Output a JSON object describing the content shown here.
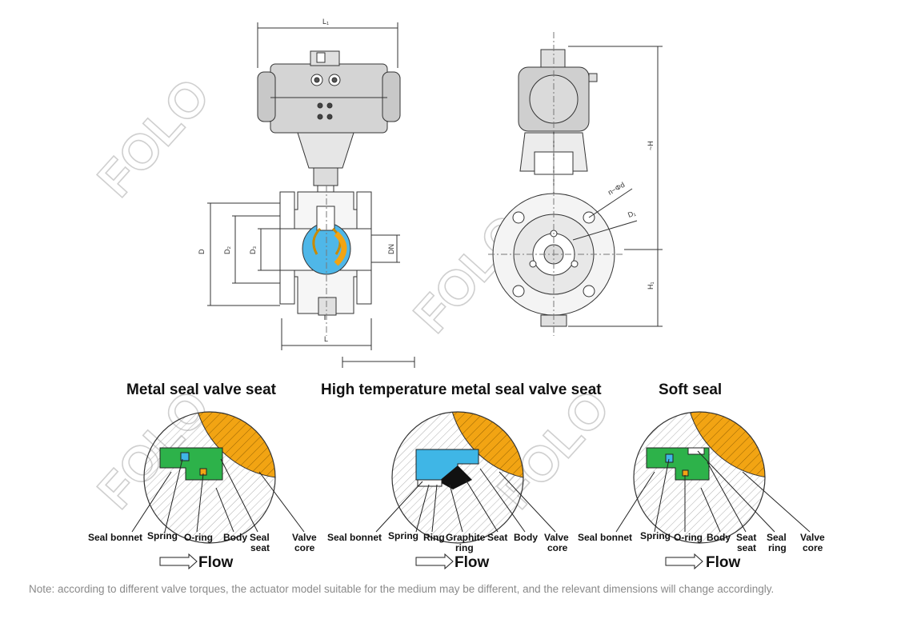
{
  "dimensions": {
    "L1": "L₁",
    "D": "D",
    "D2": "D₂",
    "D3": "D₃",
    "DN": "DN",
    "L": "L",
    "H": "~H",
    "H1": "H₁",
    "nd": "n−Φd",
    "D1": "D₁"
  },
  "watermarks": [
    "FOLO",
    "FOLO",
    "FOLO",
    "FOLO"
  ],
  "sections": [
    {
      "title": "Metal seal valve seat",
      "labels": [
        "Seal bonnet",
        "Spring",
        "O-ring",
        "Body",
        "Seal",
        "seat",
        "Valve",
        "core"
      ],
      "flow": "Flow"
    },
    {
      "title": "High temperature metal seal valve seat",
      "labels": [
        "Seal bonnet",
        "Spring",
        "Ring",
        "Graphite",
        "ring",
        "Seat",
        "Body",
        "Valve",
        "core"
      ],
      "flow": "Flow"
    },
    {
      "title": "Soft seal",
      "labels": [
        "Seal bonnet",
        "Spring",
        "O-ring",
        "Body",
        "Seat",
        "seat",
        "Seal",
        "ring",
        "Valve",
        "core"
      ],
      "flow": "Flow"
    }
  ],
  "note": "Note: according to different valve torques, the actuator model suitable for the medium may be different, and the relevant dimensions will change accordingly.",
  "colors": {
    "core": "#f2a413",
    "seal_green": "#2db24a",
    "seat_blue": "#3fb6e6",
    "body_blue": "#4fb7e8",
    "line": "#333333"
  }
}
